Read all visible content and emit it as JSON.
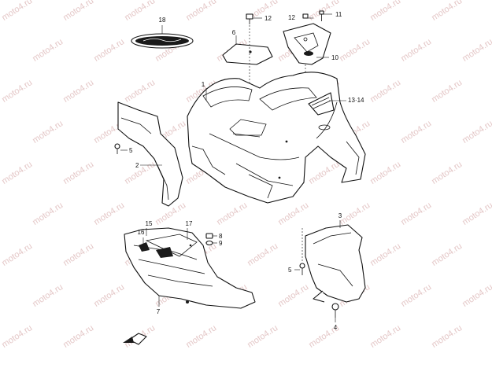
{
  "watermark": "moto4.ru",
  "emblem_text": "",
  "callouts": [
    {
      "id": "c18",
      "text": "18"
    },
    {
      "id": "c6",
      "text": "6"
    },
    {
      "id": "c12a",
      "text": "12"
    },
    {
      "id": "c12b",
      "text": "12"
    },
    {
      "id": "c11",
      "text": "11"
    },
    {
      "id": "c10",
      "text": "10"
    },
    {
      "id": "c1",
      "text": "1"
    },
    {
      "id": "c1314",
      "text": "13·14"
    },
    {
      "id": "c5a",
      "text": "5"
    },
    {
      "id": "c2",
      "text": "2"
    },
    {
      "id": "c3",
      "text": "3"
    },
    {
      "id": "c17",
      "text": "17"
    },
    {
      "id": "c15",
      "text": "15"
    },
    {
      "id": "c16",
      "text": "16"
    },
    {
      "id": "c8",
      "text": "8"
    },
    {
      "id": "c9",
      "text": "9"
    },
    {
      "id": "c5b",
      "text": "5"
    },
    {
      "id": "c7",
      "text": "7"
    },
    {
      "id": "c4",
      "text": "4"
    }
  ],
  "icons": {
    "front_arrow": "front-arrow-icon"
  }
}
